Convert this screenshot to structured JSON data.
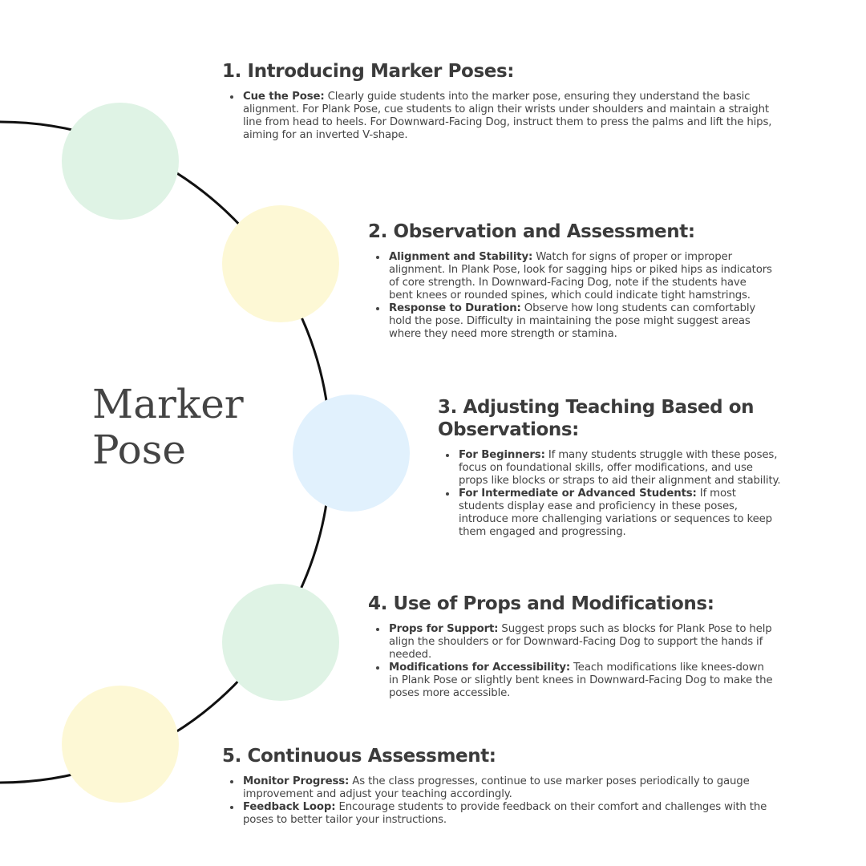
{
  "title": {
    "line1": "Marker",
    "line2": "Pose"
  },
  "colors": {
    "arc": "#111111",
    "green": "#dff3e5",
    "yellow": "#fdf8d5",
    "blue": "#e1f1fd",
    "text": "#3d3d3d"
  },
  "circles": [
    "green",
    "yellow",
    "blue",
    "green",
    "yellow"
  ],
  "sections": [
    {
      "heading": "1. Introducing Marker Poses:",
      "items": [
        {
          "label": "Cue the Pose:",
          "text": " Clearly guide students into the marker pose, ensuring they understand the basic alignment. For Plank Pose, cue students to align their wrists under shoulders and maintain a straight line from head to heels. For Downward-Facing Dog, instruct them to press the palms and lift the hips, aiming for an inverted V-shape."
        }
      ]
    },
    {
      "heading": "2. Observation and Assessment:",
      "items": [
        {
          "label": "Alignment and Stability:",
          "text": " Watch for signs of proper or improper alignment. In Plank Pose, look for sagging hips or piked hips as indicators of core strength. In Downward-Facing Dog, note if the students have bent knees or rounded spines, which could indicate tight hamstrings."
        },
        {
          "label": "Response to Duration:",
          "text": " Observe how long students can comfortably hold the pose. Difficulty in maintaining the pose might suggest areas where they need more strength or stamina."
        }
      ]
    },
    {
      "heading": "3. Adjusting Teaching Based on Observations:",
      "items": [
        {
          "label": "For Beginners:",
          "text": " If many students struggle with these poses, focus on foundational skills, offer modifications, and use props like blocks or straps to aid their alignment and stability."
        },
        {
          "label": "For Intermediate or Advanced Students:",
          "text": " If most students display ease and proficiency in these poses, introduce more challenging variations or sequences to keep them engaged and progressing."
        }
      ]
    },
    {
      "heading": "4. Use of Props and Modifications:",
      "items": [
        {
          "label": "Props for Support:",
          "text": " Suggest props such as blocks for Plank Pose to help align the shoulders or for Downward-Facing Dog to support the hands if needed."
        },
        {
          "label": "Modifications for Accessibility:",
          "text": " Teach modifications like knees-down in Plank Pose or slightly bent knees in Downward-Facing Dog to make the poses more accessible."
        }
      ]
    },
    {
      "heading": "5. Continuous Assessment:",
      "items": [
        {
          "label": "Monitor Progress:",
          "text": " As the class progresses, continue to use marker poses periodically to gauge improvement and adjust your teaching accordingly."
        },
        {
          "label": "Feedback Loop:",
          "text": " Encourage students to provide feedback on their comfort and challenges with the poses to better tailor your instructions."
        }
      ]
    }
  ]
}
